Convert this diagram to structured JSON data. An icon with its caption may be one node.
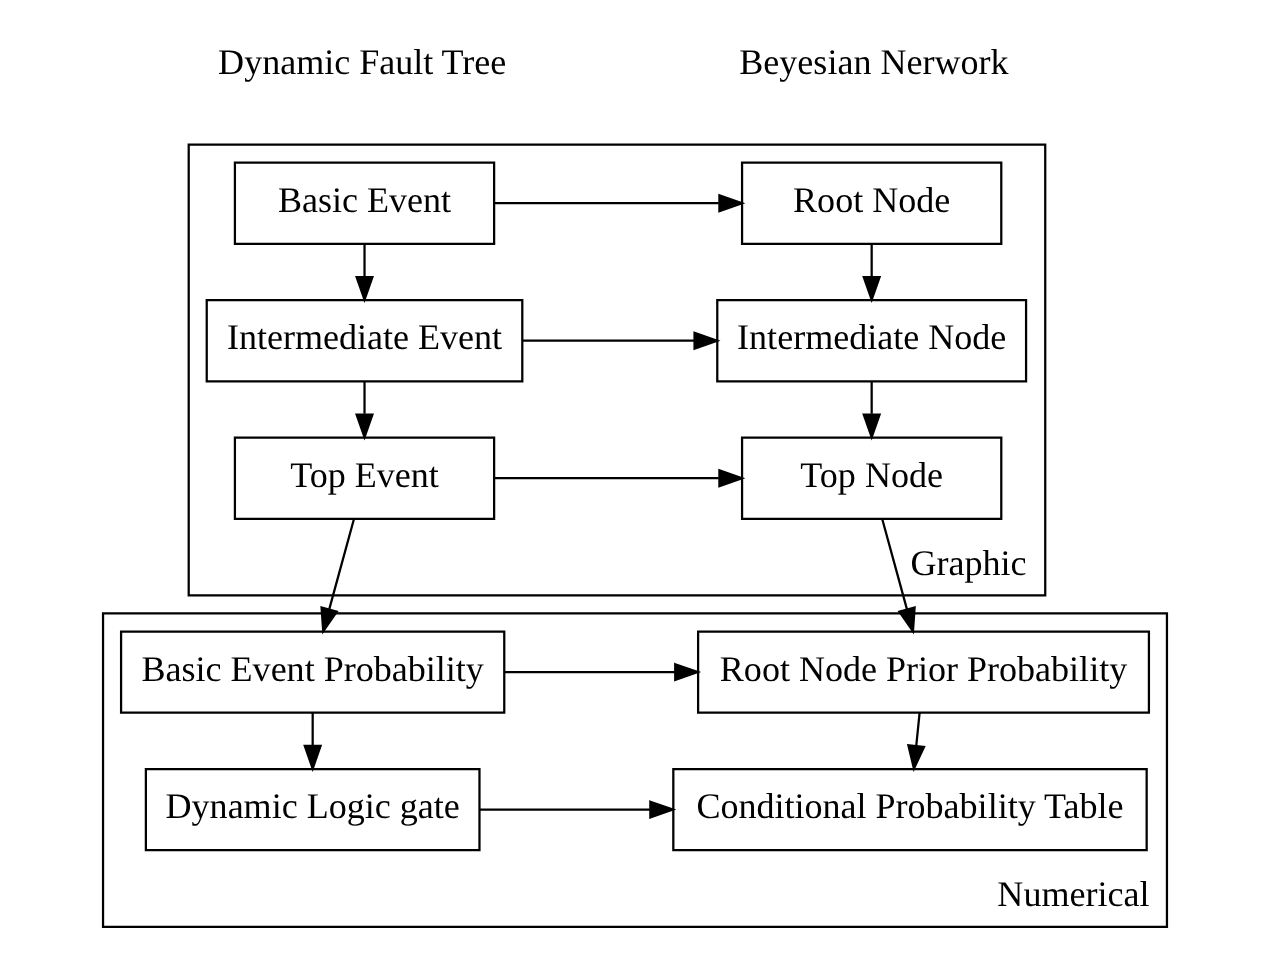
{
  "diagram": {
    "nodes": [
      {
        "text": [
          "Graphic"
        ]
      },
      {
        "text": [
          "Basic Event"
        ],
        "in": 0
      },
      {
        "text": [
          "Root Node"
        ],
        "in": 0
      },
      {
        "text": [
          "Intermediate Event"
        ],
        "in": 0
      },
      {
        "text": [
          "Intermediate Node"
        ],
        "in": 0
      },
      {
        "text": [
          "Top Event"
        ],
        "in": 0
      },
      {
        "text": [
          "Top Node"
        ],
        "in": 0
      },
      {
        "text": [
          "Numerical"
        ]
      },
      {
        "text": [
          "Basic Event Probability"
        ],
        "in": 7
      },
      {
        "text": [
          "Root Node Prior Probability"
        ],
        "in": 7
      },
      {
        "text": [
          "Dynamic Logic gate"
        ],
        "in": 7
      },
      {
        "text": [
          "Conditional Probability Table"
        ],
        "in": 7
      }
    ],
    "edges": [
      {
        "from": 1,
        "to": 2,
        "arrow": "to"
      },
      {
        "from": 1,
        "to": 3,
        "arrow": "to"
      },
      {
        "from": 2,
        "to": 4,
        "arrow": "to"
      },
      {
        "from": 3,
        "to": 4,
        "arrow": "to"
      },
      {
        "from": 3,
        "to": 5,
        "arrow": "to"
      },
      {
        "from": 4,
        "to": 6,
        "arrow": "to"
      },
      {
        "from": 5,
        "to": 6,
        "arrow": "to"
      },
      {
        "from": 5,
        "to": 8,
        "arrow": "to"
      },
      {
        "from": 6,
        "to": 9,
        "arrow": "to"
      },
      {
        "from": 8,
        "to": 9,
        "arrow": "to"
      },
      {
        "from": 8,
        "to": 10,
        "arrow": "to"
      },
      {
        "from": 9,
        "to": 11,
        "arrow": "to"
      },
      {
        "from": 10,
        "to": 11,
        "arrow": "to"
      }
    ],
    "labels": [
      "Dynamic Fault Tree",
      "Beyesian Nerwork"
    ]
  }
}
